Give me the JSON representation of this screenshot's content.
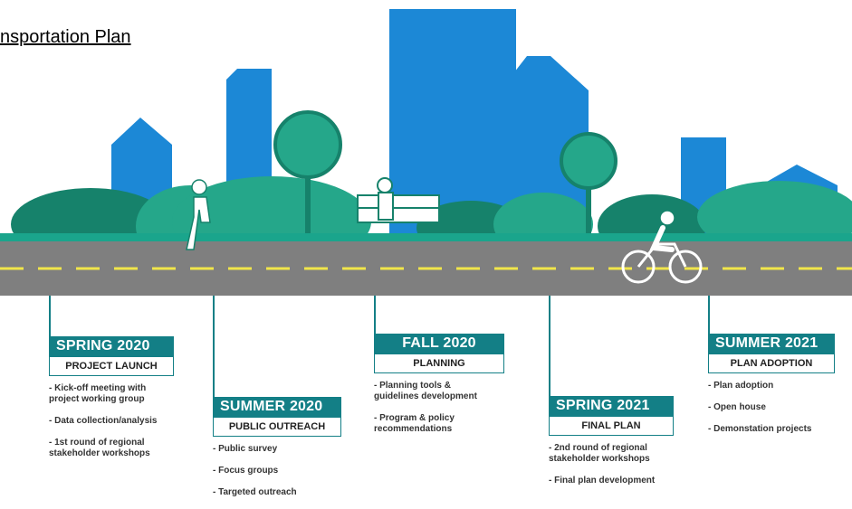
{
  "title": "nsportation Plan",
  "colors": {
    "building": "#1c88d6",
    "foliage_dark": "#16826b",
    "foliage_light": "#25a78a",
    "grass": "#1aa58c",
    "road": "#7f7f7f",
    "lane": "#f1e64a",
    "accent": "#137f86"
  },
  "phases": [
    {
      "season": "SPRING 2020",
      "stage": "PROJECT LAUNCH",
      "items": [
        "- Kick-off meeting with\nproject working group",
        "- Data collection/analysis",
        "- 1st round of regional\nstakeholder workshops"
      ]
    },
    {
      "season": "SUMMER 2020",
      "stage": "PUBLIC OUTREACH",
      "items": [
        "- Public survey",
        "- Focus groups",
        "- Targeted outreach"
      ]
    },
    {
      "season": "FALL 2020",
      "stage": "PLANNING",
      "items": [
        "- Planning tools &\nguidelines development",
        "- Program & policy\nrecommendations"
      ]
    },
    {
      "season": "SPRING 2021",
      "stage": "FINAL PLAN",
      "items": [
        "- 2nd round of regional\nstakeholder workshops",
        "- Final plan development"
      ]
    },
    {
      "season": "SUMMER 2021",
      "stage": "PLAN ADOPTION",
      "items": [
        "- Plan adoption",
        "- Open house",
        "- Demonstation projects"
      ]
    }
  ]
}
